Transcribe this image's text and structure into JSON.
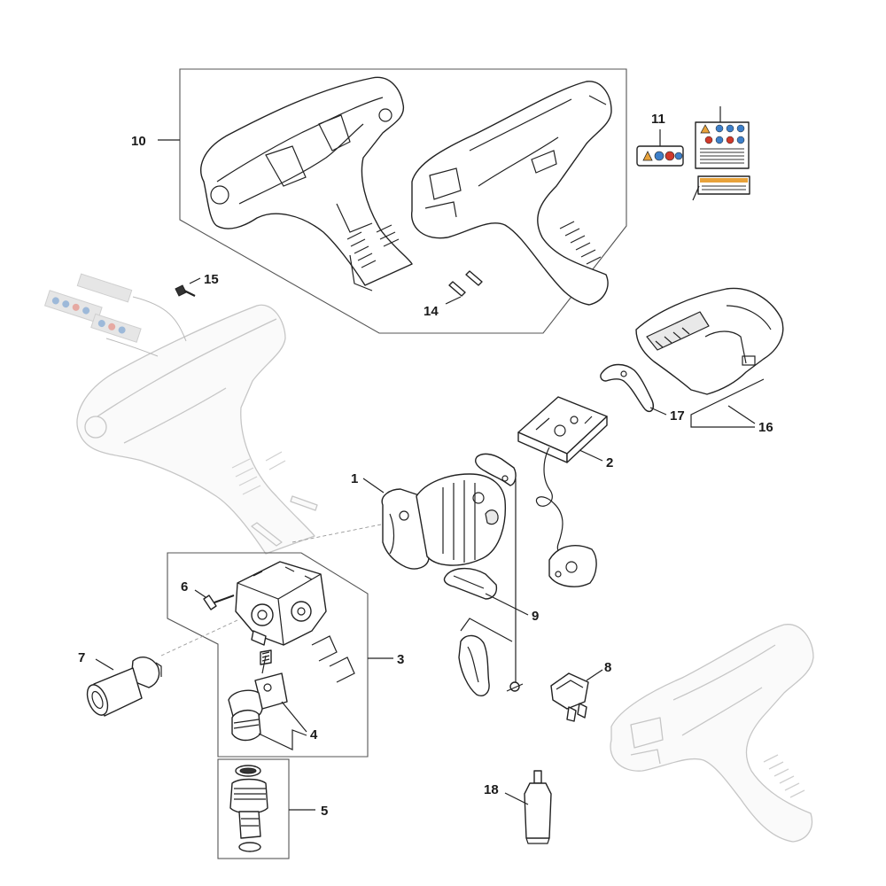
{
  "diagram": {
    "callouts": {
      "c1": "1",
      "c2": "2",
      "c3": "3",
      "c4": "4",
      "c5": "5",
      "c6": "6",
      "c7": "7",
      "c8": "8",
      "c9": "9",
      "c10": "10",
      "c11": "11",
      "c14": "14",
      "c15": "15",
      "c16": "16",
      "c17": "17",
      "c18": "18"
    },
    "colors": {
      "line": "#222222",
      "ghost": "#c6c6c6",
      "label_orange": "#e8a23a",
      "label_blue": "#3d7fc9",
      "label_red": "#d0392b"
    },
    "icons": [
      "warning-triangle-icon",
      "safety-symbol-icon"
    ]
  }
}
